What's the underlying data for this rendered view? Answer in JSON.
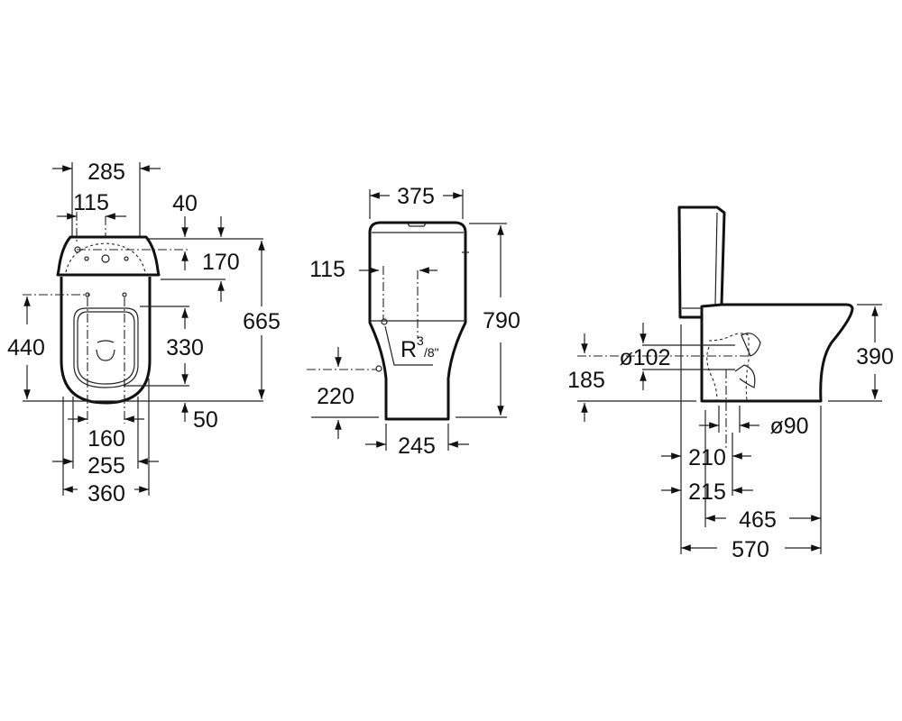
{
  "top_view": {
    "dims": {
      "w285": "285",
      "w115": "115",
      "d40": "40",
      "d170": "170",
      "h665": "665",
      "h440": "440",
      "h330": "330",
      "d50": "50",
      "w160": "160",
      "w255": "255",
      "w360": "360"
    }
  },
  "front_view": {
    "dims": {
      "w375": "375",
      "w115": "115",
      "r38": "R",
      "r38_frac_num": "3",
      "r38_frac_rest": "/8\"",
      "h220": "220",
      "h790": "790",
      "w245": "245"
    }
  },
  "side_view": {
    "dims": {
      "h390": "390",
      "d102": "ø102",
      "h185": "185",
      "d90": "ø90",
      "w210": "210",
      "w215": "215",
      "w465": "465",
      "w570": "570"
    }
  }
}
